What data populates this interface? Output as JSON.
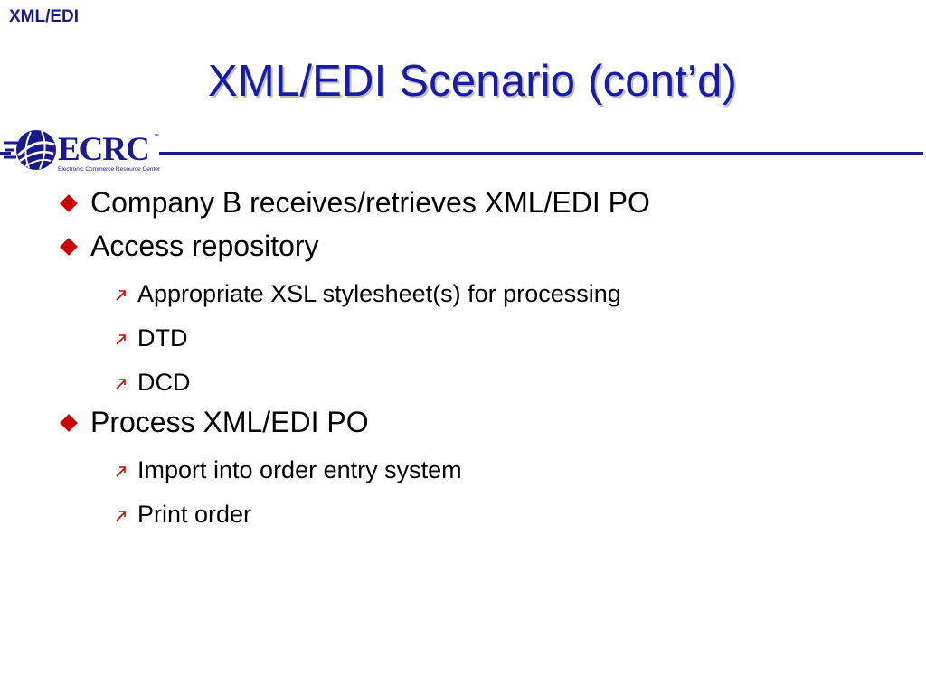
{
  "header": {
    "tag": "XML/EDI"
  },
  "slide": {
    "title": "XML/EDI Scenario (cont’d)"
  },
  "logo": {
    "name": "ECRC",
    "trademark": "™",
    "subtitle": "Electronic Commerce Resource Center"
  },
  "colors": {
    "title": "#1a1aa8",
    "rule": "#1a1a8c",
    "bullet_marker": "#cc0000"
  },
  "bullets": [
    {
      "level": 1,
      "text": "Company B receives/retrieves XML/EDI PO",
      "icon": "red-diamond-icon"
    },
    {
      "level": 1,
      "text": "Access repository",
      "icon": "red-diamond-icon"
    },
    {
      "level": 2,
      "text": "Appropriate XSL stylesheet(s) for processing",
      "icon": "red-arrow-icon"
    },
    {
      "level": 2,
      "text": "DTD",
      "icon": "red-arrow-icon"
    },
    {
      "level": 2,
      "text": "DCD",
      "icon": "red-arrow-icon"
    },
    {
      "level": 1,
      "text": "Process XML/EDI PO",
      "icon": "red-diamond-icon"
    },
    {
      "level": 2,
      "text": "Import into order entry system",
      "icon": "red-arrow-icon"
    },
    {
      "level": 2,
      "text": "Print order",
      "icon": "red-arrow-icon"
    }
  ]
}
